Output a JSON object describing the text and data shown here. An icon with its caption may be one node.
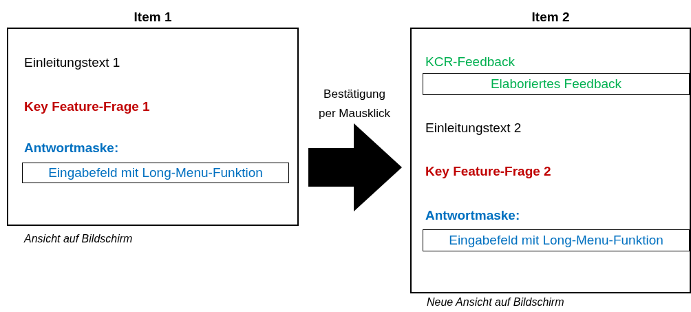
{
  "diagram": {
    "nodes": [
      {
        "text": [
          "Item 1",
          "Einleitungstext 1",
          "Key Feature-Frage 1",
          "Antwortmaske:"
        ],
        "beside": [
          "Ansicht auf Bildschirm"
        ]
      },
      {
        "text": [
          "Eingabefeld mit Long-Menu-Funktion"
        ],
        "in": 0
      },
      {
        "text": [
          "Item 2",
          "KCR-Feedback",
          "Einleitungstext 2",
          "Key Feature-Frage 2",
          "Antwortmaske:"
        ],
        "beside": [
          "Neue Ansicht auf Bildschirm"
        ]
      },
      {
        "text": [
          "Elaboriertes Feedback"
        ],
        "in": 2
      },
      {
        "text": [
          "Eingabefeld mit Long-Menu-Funktion"
        ],
        "in": 2
      }
    ],
    "edges": [
      {
        "from": 0,
        "to": 2,
        "arrow": "to",
        "label": "Bestätigung per Mausklick",
        "style": "thick"
      }
    ]
  }
}
